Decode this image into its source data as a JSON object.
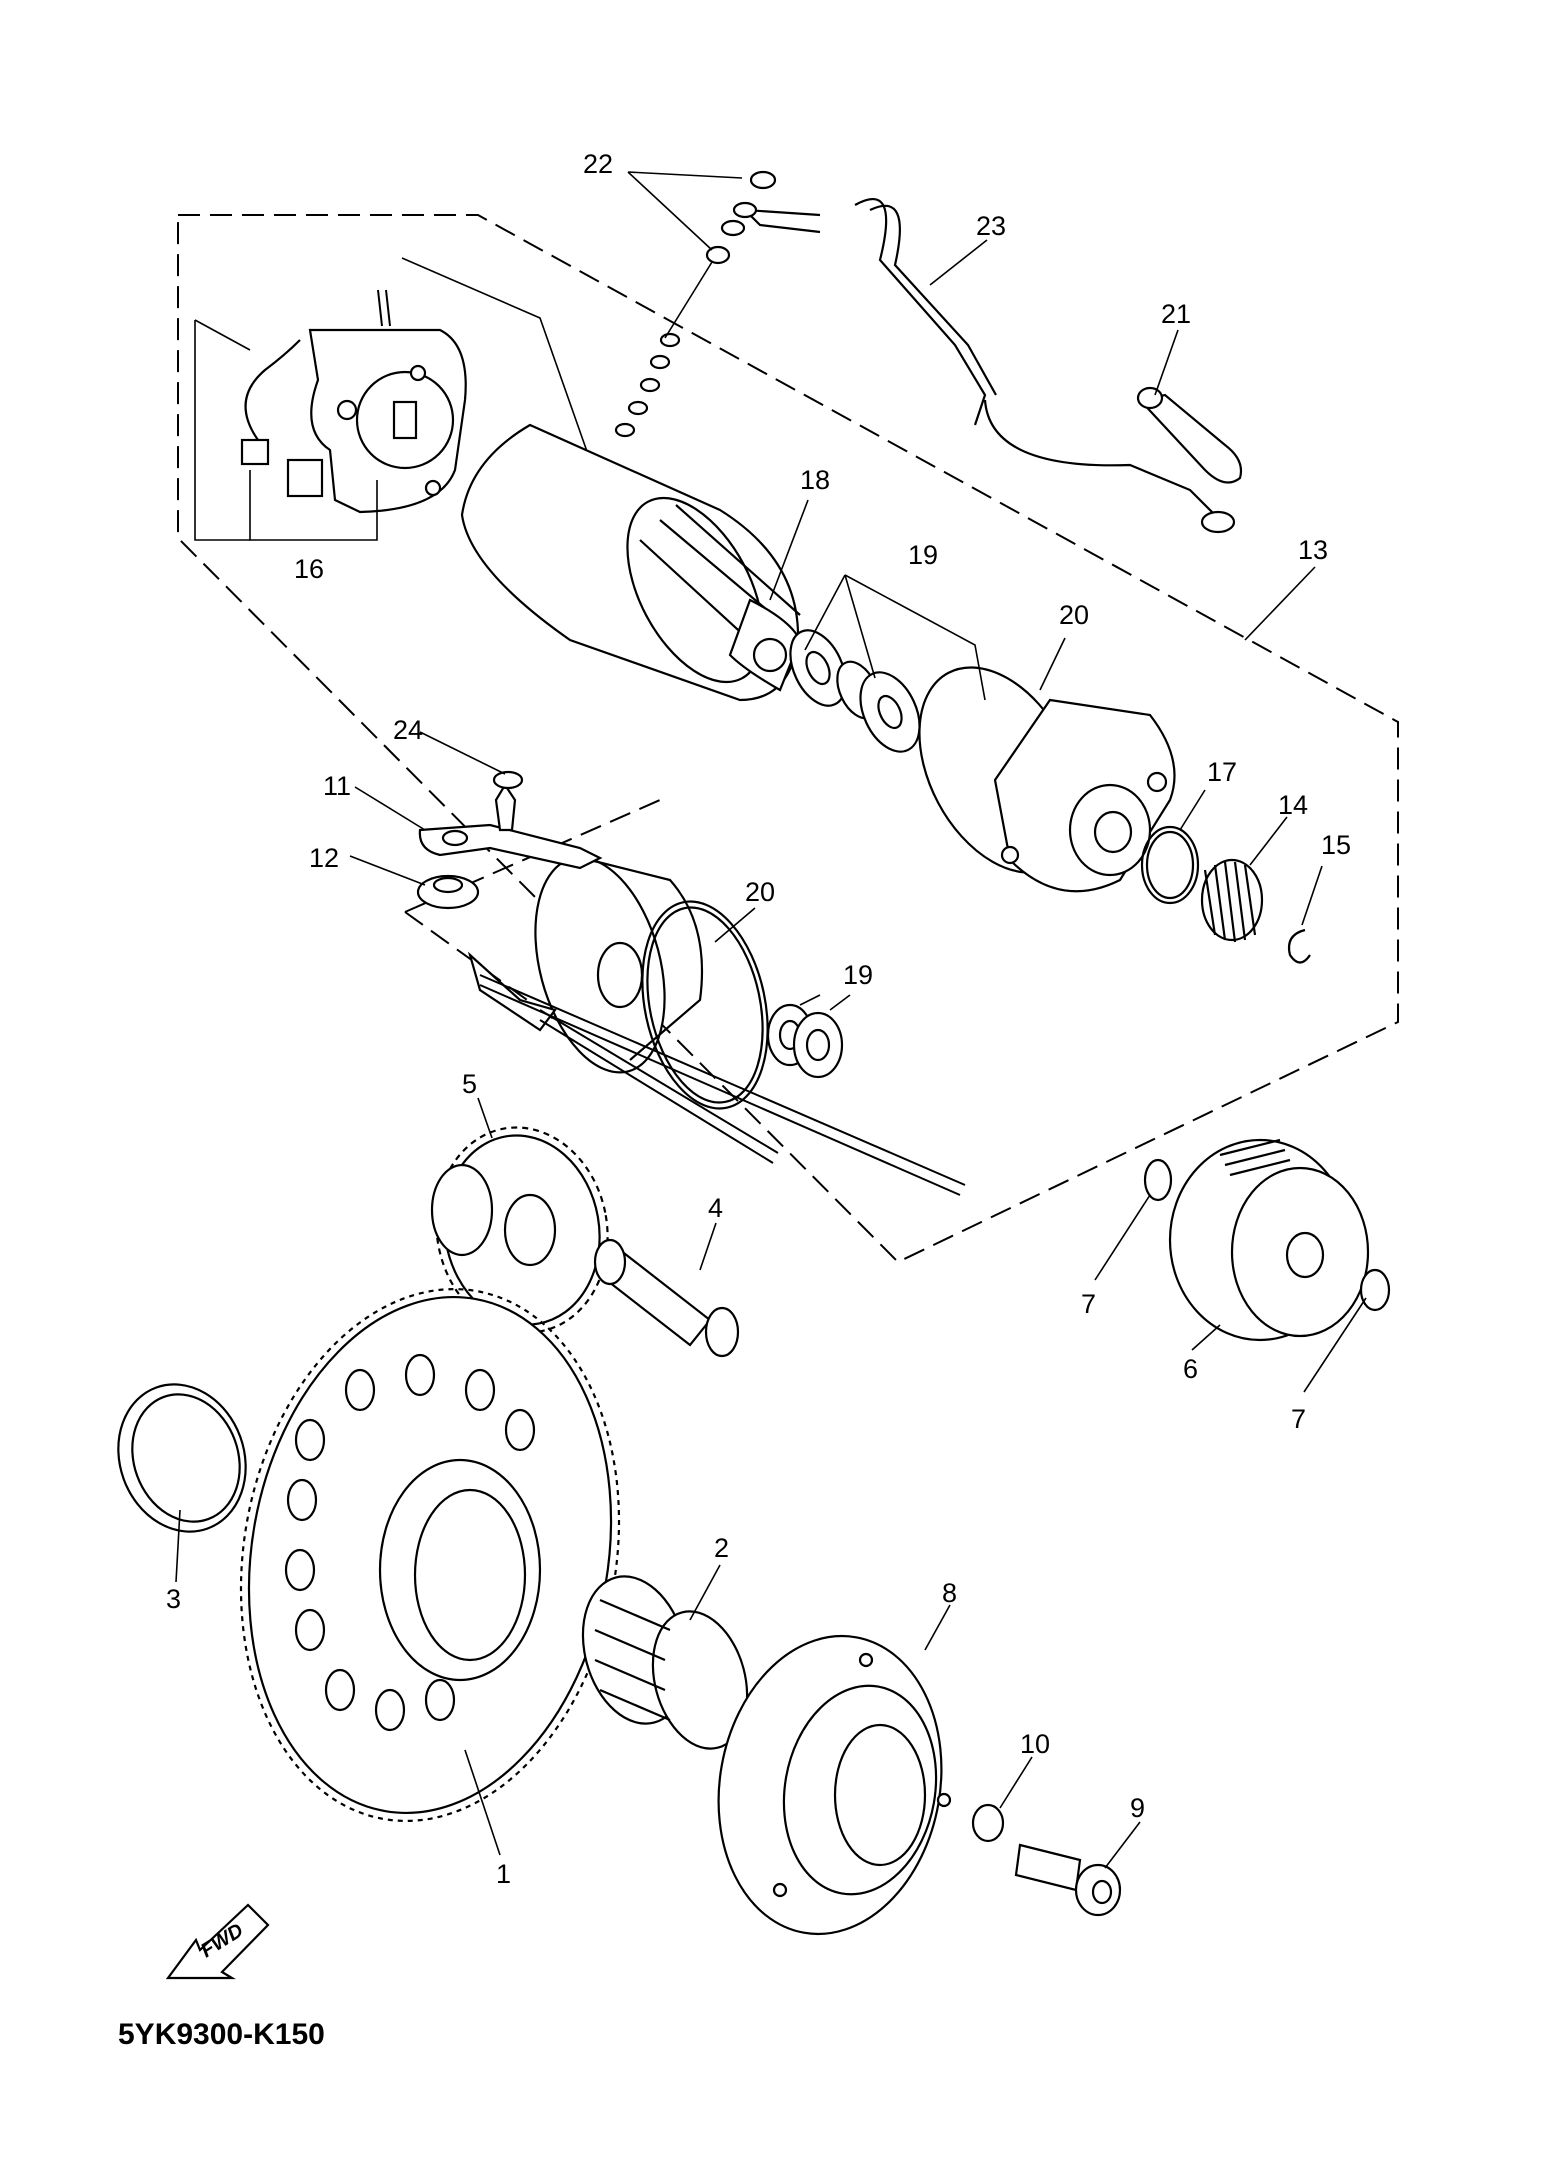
{
  "diagram": {
    "code": "5YK9300-K150",
    "fwd_label": "FWD",
    "callouts": {
      "c1": "1",
      "c2": "2",
      "c3": "3",
      "c4": "4",
      "c5": "5",
      "c6": "6",
      "c7a": "7",
      "c7b": "7",
      "c8": "8",
      "c9": "9",
      "c10": "10",
      "c11": "11",
      "c12": "12",
      "c13": "13",
      "c14": "14",
      "c15": "15",
      "c16": "16",
      "c17": "17",
      "c18": "18",
      "c19a": "19",
      "c19b": "19",
      "c20a": "20",
      "c20b": "20",
      "c21": "21",
      "c22": "22",
      "c23": "23",
      "c24": "24"
    }
  }
}
